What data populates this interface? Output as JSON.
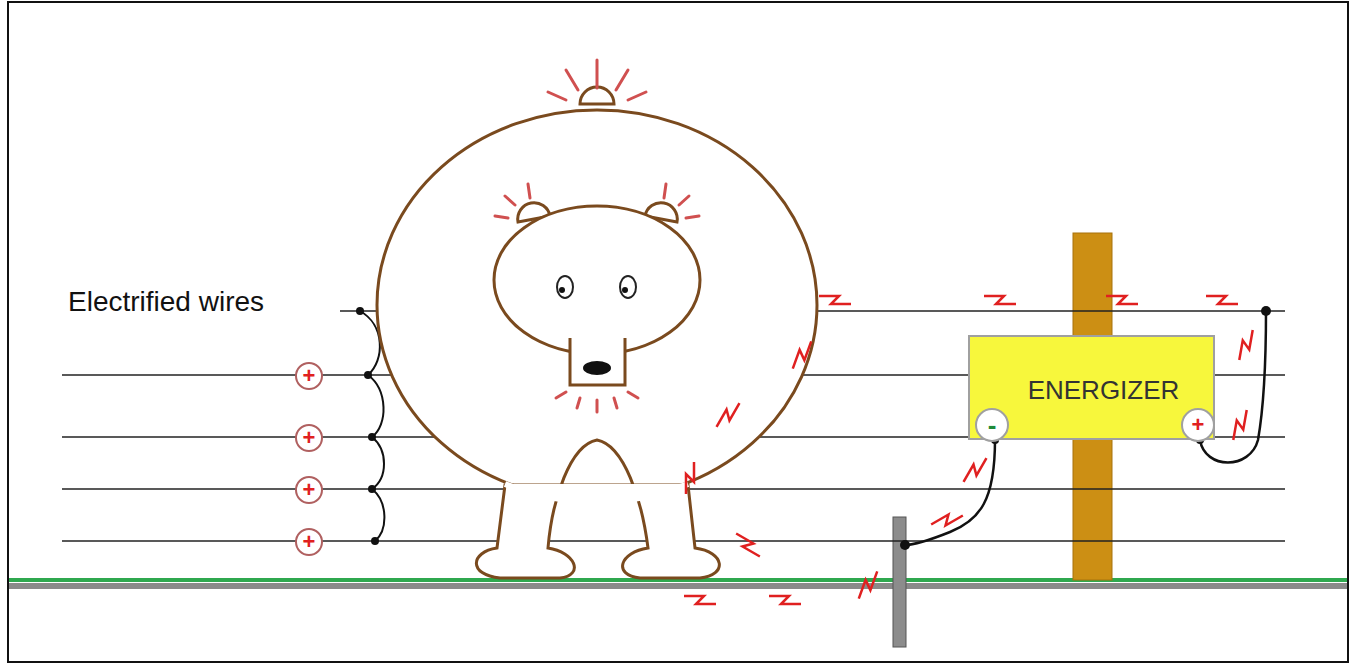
{
  "diagram": {
    "nodes": [
      {
        "text": [
          "+"
        ]
      },
      {
        "text": [
          "+"
        ]
      },
      {
        "text": [
          "+"
        ]
      },
      {
        "text": [
          "+"
        ]
      },
      {
        "text": [
          "ENERGIZER"
        ]
      },
      {
        "text": [
          "-"
        ],
        "in": 4
      },
      {
        "text": [
          "+"
        ],
        "in": 4
      }
    ],
    "labels": [
      "Electrified wires"
    ]
  }
}
